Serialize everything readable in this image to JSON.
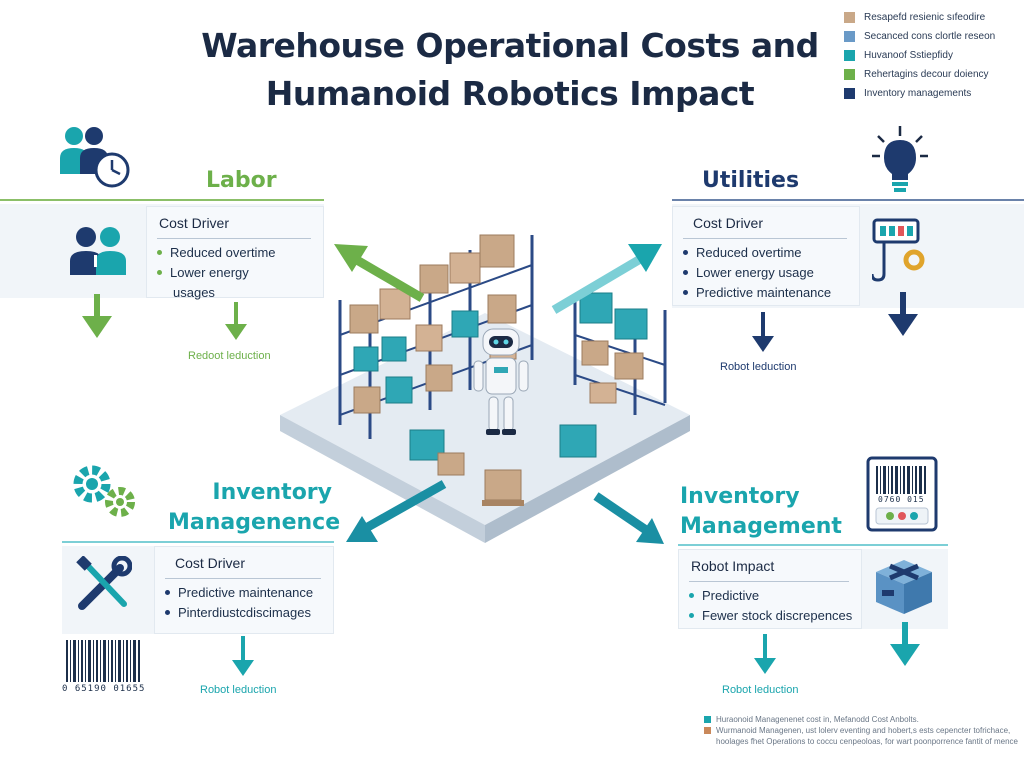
{
  "title": {
    "line1": "Warehouse Operational Costs and",
    "line2": "Humanoid Robotics Impact"
  },
  "legend": [
    {
      "label": "Resapefd resienic sıfeodire",
      "color": "#c9a888"
    },
    {
      "label": "Secanced cons clortle reseon",
      "color": "#6a9ac7"
    },
    {
      "label": "Huvanoof Sstiepfidy",
      "color": "#1aa5ad"
    },
    {
      "label": "Rehertagins decour doiency",
      "color": "#6db04a"
    },
    {
      "label": "Inventory managements",
      "color": "#1e3a6e"
    }
  ],
  "sections": {
    "labor": {
      "title": "Labor",
      "card_heading": "Cost Driver",
      "bullets": [
        "Reduced overtime",
        "Lower energy",
        "usages"
      ],
      "reduction_label": "Redoot leduction",
      "color": "#6db04a"
    },
    "utilities": {
      "title": "Utilities",
      "card_heading": "Cost Driver",
      "bullets": [
        "Reduced overtime",
        "Lower energy usage",
        "Predictive maintenance"
      ],
      "reduction_label": "Robot leduction",
      "color": "#1e3a6e"
    },
    "inventory_left": {
      "title_line1": "Inventory",
      "title_line2": "Managenence",
      "card_heading": "Cost Driver",
      "bullets": [
        "Predictive maintenance",
        "Pinterdiustcdiscimages"
      ],
      "reduction_label": "Robot leduction",
      "barcode_number": "0 65190 01655",
      "color": "#1aa5ad"
    },
    "inventory_right": {
      "title_line1": "Inventory",
      "title_line2": "Management",
      "card_heading": "Robot Impact",
      "bullets": [
        "Predictive",
        "Fewer stock discrepences"
      ],
      "reduction_label": "Robot leduction",
      "label_number": "0760 015",
      "color": "#1aa5ad"
    }
  },
  "footnotes": [
    {
      "text": "Huraonoid Managenenet cost in, Mefanodd Cost Anbolts.",
      "color": "#1aa5ad"
    },
    {
      "text": "Wurmanoid Managenen, ust lolerv eventing and hobert,s ests cepencter tofrichace,",
      "color": "#c9885a"
    },
    {
      "text": "hoolages fhet Operations to coccu cenpeoloas, for wart poonporrence fantit of mence",
      "color": ""
    }
  ]
}
